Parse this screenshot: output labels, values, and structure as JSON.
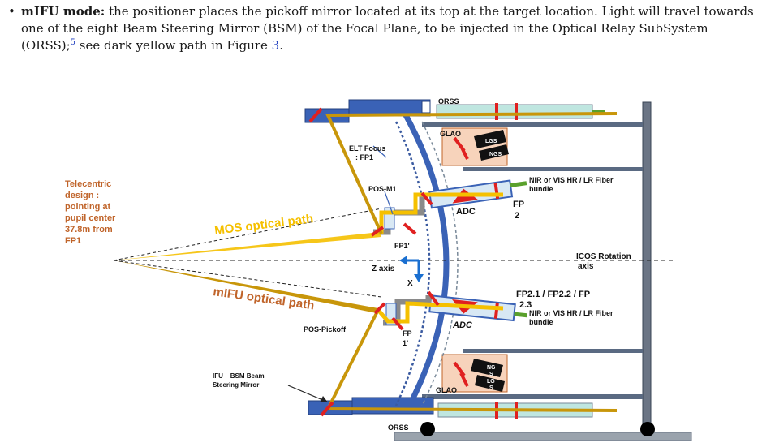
{
  "paragraph": {
    "bullet": "•",
    "lead": "mIFU mode:",
    "text_1": " the positioner places the pickoff mirror located at its top at the target location. Light will travel towards one of the eight Beam Steering Mirror (BSM) of the Focal Plane, to be injected in the Optical Relay SubSystem (ORSS);",
    "footnote_ref": "5",
    "text_2": " see dark yellow path in Figure ",
    "figure_ref": "3",
    "text_3": "."
  },
  "figure": {
    "labels": {
      "orss_top": "ORSS",
      "orss_bottom": "ORSS",
      "glao_top": "GLAO",
      "glao_bottom": "GLAO",
      "lgs_top": "LGS",
      "ngs_top": "NGS",
      "ngs_bottom_1": "NG",
      "ngs_bottom_2": "S",
      "lgs_bottom_1": "LG",
      "lgs_bottom_2": "S",
      "elt_focus_1": "ELT Focus",
      "elt_focus_2": ": FP1",
      "telecentric_1": "Telecentric",
      "telecentric_2": "design :",
      "telecentric_3": "pointing at",
      "telecentric_4": "pupil center",
      "telecentric_5": "37.8m from",
      "telecentric_6": "FP1",
      "pos_m1": "POS-M1",
      "mos_path": "MOS optical path",
      "mifu_path": "mIFU optical path",
      "fp1_prime": "FP1'",
      "z_axis": "Z axis",
      "x_axis": "X",
      "adc_top": "ADC",
      "adc_bottom": "ADC",
      "fp2_1": "FP",
      "fp2_2": "2",
      "fiber_top_1": "NIR or VIS HR / LR Fiber",
      "fiber_top_2": "bundle",
      "fiber_bottom_1": "NIR or VIS HR / LR Fiber",
      "fiber_bottom_2": "bundle",
      "icos_1": "ICOS Rotation",
      "icos_2": "axis",
      "fp21": "FP2.1 / FP2.2 / FP",
      "fp21_b": "2.3",
      "pos_pickoff": "POS-Pickoff",
      "fp1_bottom_1": "FP",
      "fp1_bottom_2": "1'",
      "ifu_bsm_1": "IFU – BSM Beam",
      "ifu_bsm_2": "Steering Mirror"
    },
    "colors": {
      "mos_path": "#f5c000",
      "mifu_path": "#c8960a",
      "label_orange": "#c0642a",
      "blue_block": "#3a62b6",
      "steel": "#4a5a70",
      "cyan_box": "#bfe6e0",
      "glao_fill": "#f7d3bb",
      "red_mark": "#e02020",
      "green_fiber": "#5aa02c"
    }
  }
}
